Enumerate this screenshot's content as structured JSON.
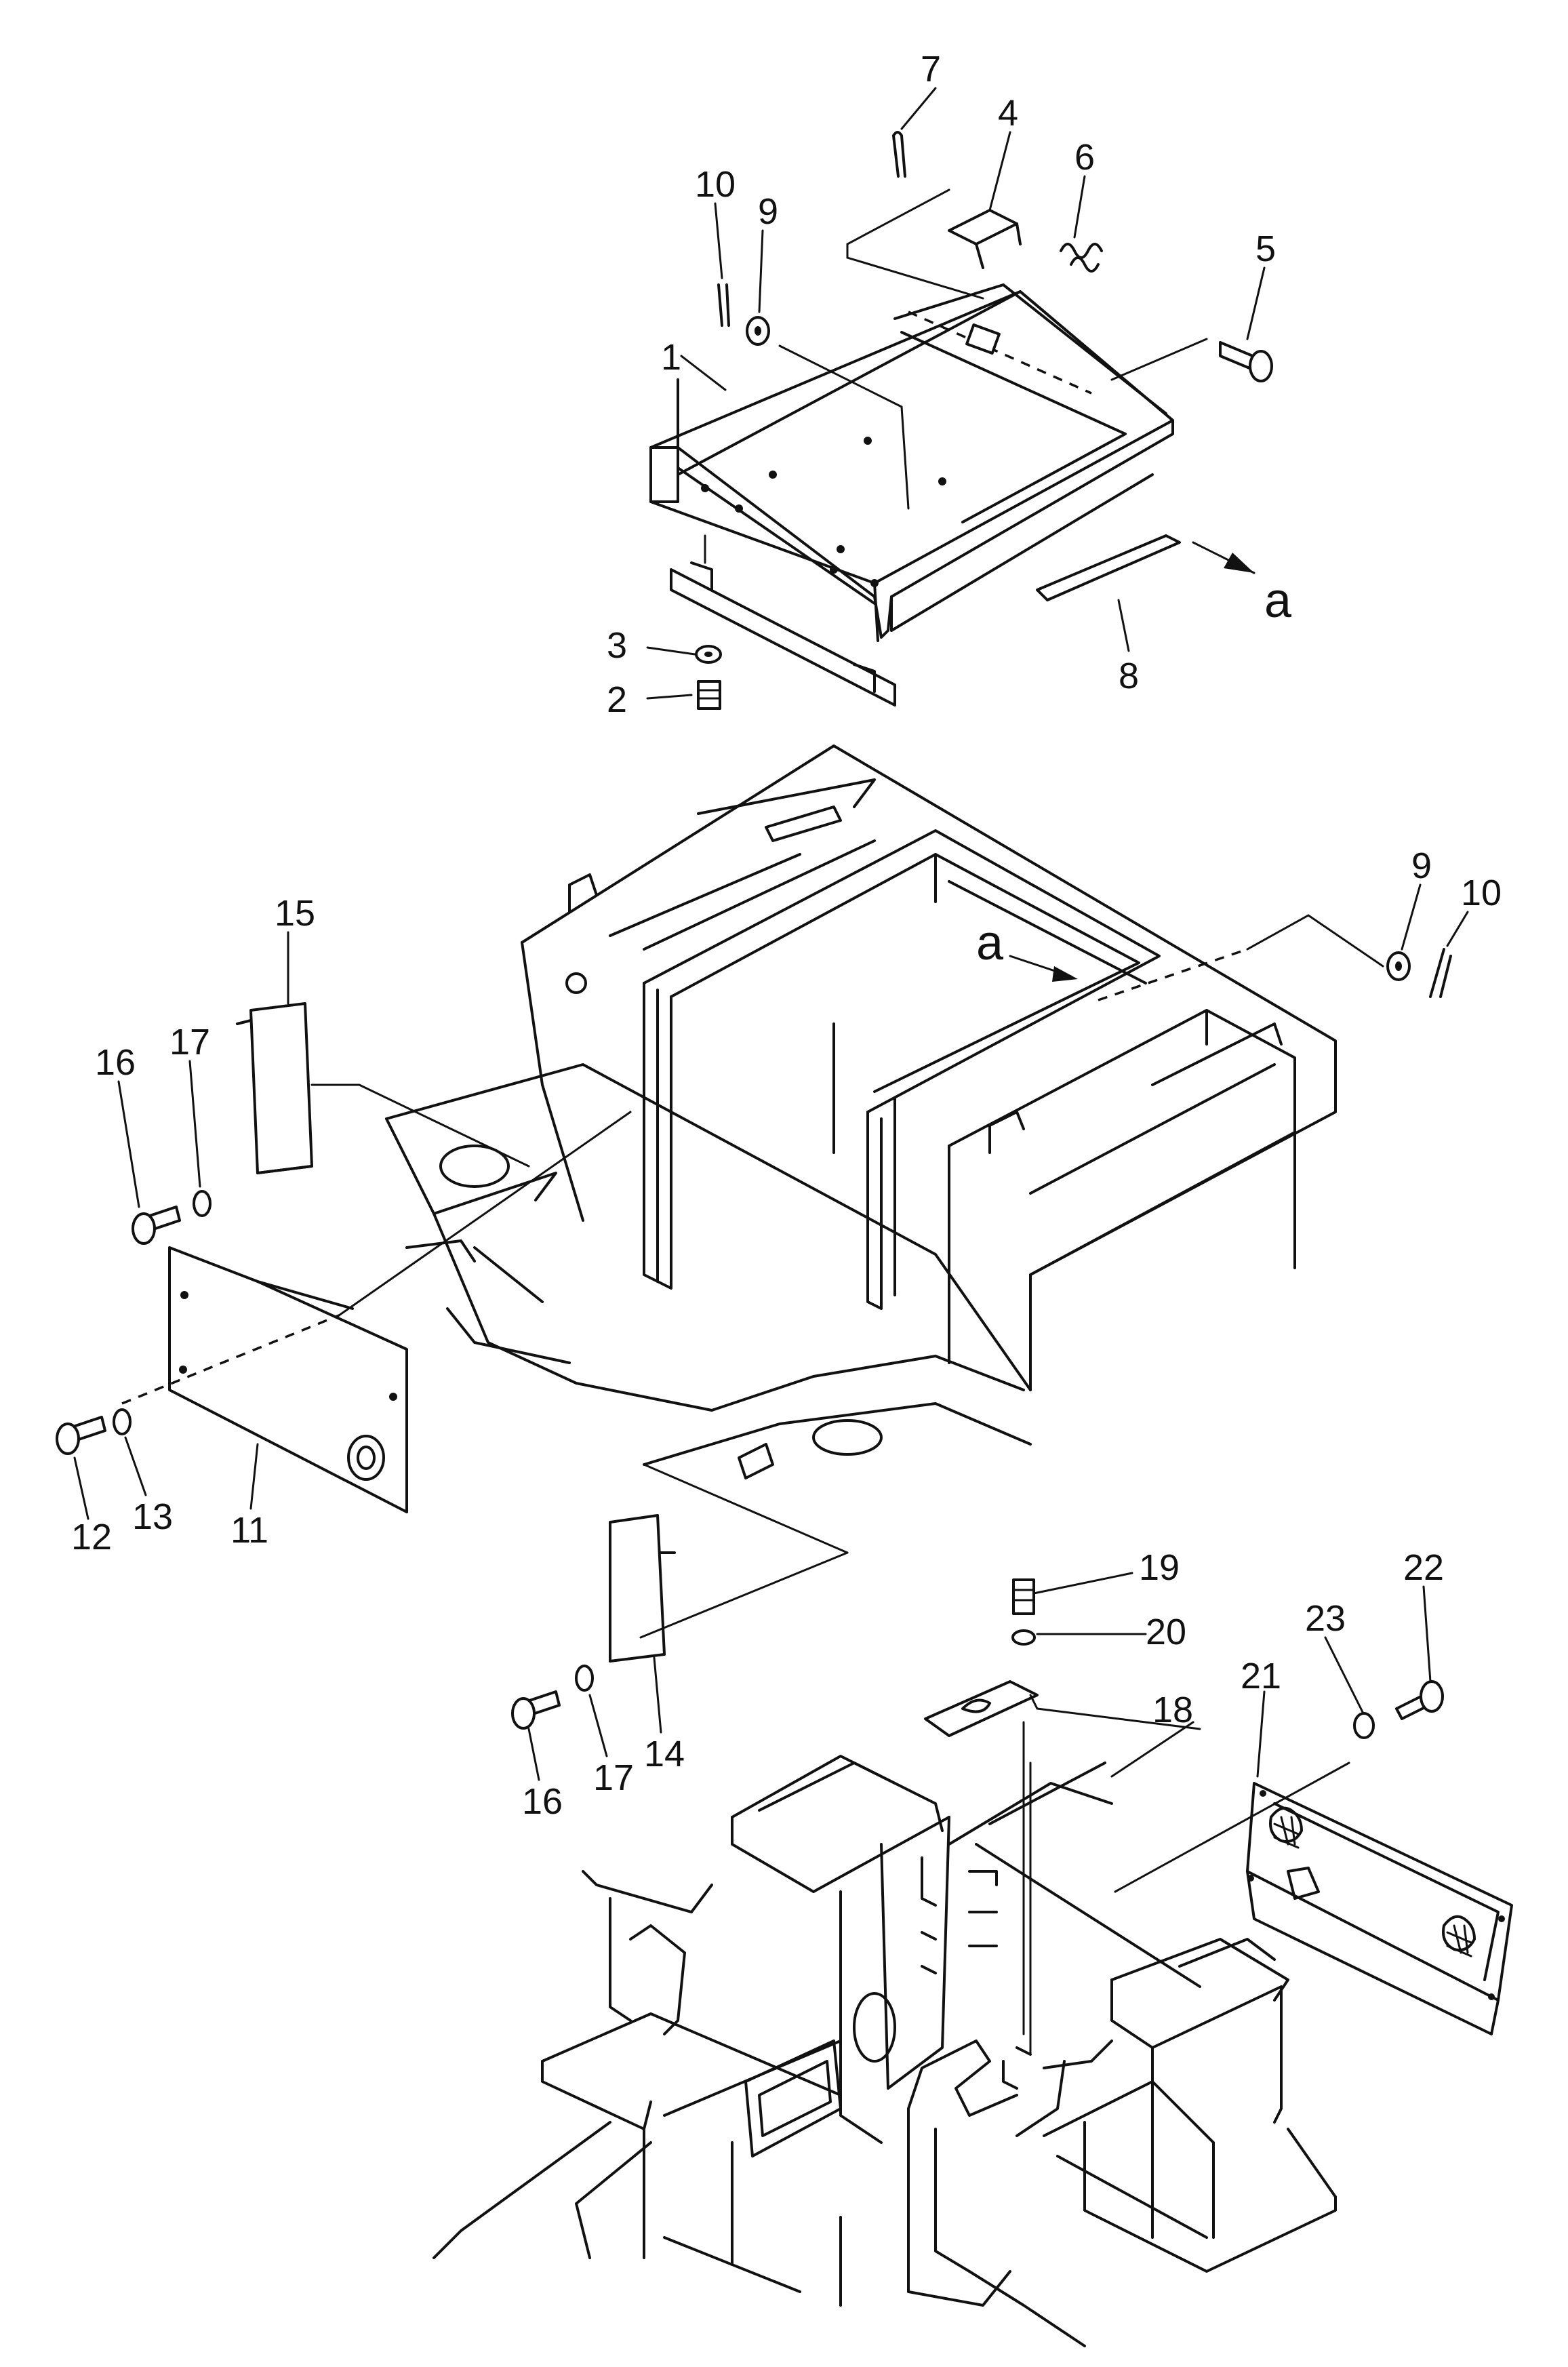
{
  "diagram": {
    "callouts": [
      {
        "id": "p1",
        "text": "1"
      },
      {
        "id": "p2",
        "text": "2"
      },
      {
        "id": "p3",
        "text": "3"
      },
      {
        "id": "p4",
        "text": "4"
      },
      {
        "id": "p5",
        "text": "5"
      },
      {
        "id": "p6",
        "text": "6"
      },
      {
        "id": "p7",
        "text": "7"
      },
      {
        "id": "p8",
        "text": "8"
      },
      {
        "id": "p9a",
        "text": "9"
      },
      {
        "id": "p10a",
        "text": "10"
      },
      {
        "id": "p9b",
        "text": "9"
      },
      {
        "id": "p10b",
        "text": "10"
      },
      {
        "id": "p11",
        "text": "11"
      },
      {
        "id": "p12",
        "text": "12"
      },
      {
        "id": "p13",
        "text": "13"
      },
      {
        "id": "p14",
        "text": "14"
      },
      {
        "id": "p15",
        "text": "15"
      },
      {
        "id": "p16a",
        "text": "16"
      },
      {
        "id": "p17a",
        "text": "17"
      },
      {
        "id": "p16b",
        "text": "16"
      },
      {
        "id": "p17b",
        "text": "17"
      },
      {
        "id": "p18",
        "text": "18"
      },
      {
        "id": "p19",
        "text": "19"
      },
      {
        "id": "p20",
        "text": "20"
      },
      {
        "id": "p21",
        "text": "21"
      },
      {
        "id": "p22",
        "text": "22"
      },
      {
        "id": "p23",
        "text": "23"
      }
    ],
    "reference_markers": [
      {
        "id": "ra1",
        "text": "a"
      },
      {
        "id": "ra2",
        "text": "a"
      }
    ]
  }
}
